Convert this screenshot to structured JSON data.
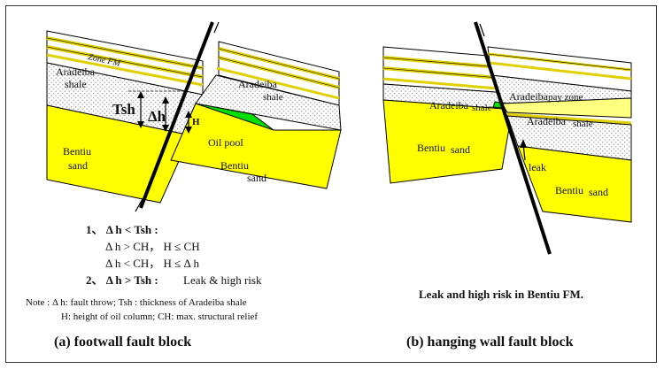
{
  "panel_a": {
    "labels": {
      "zone_fm": "Zone FM",
      "aradeiba_left": "Aradeiba",
      "shale_left": "shale",
      "aradeiba_right": "Aradeiba",
      "shale_right": "shale",
      "tsh": "Tsh",
      "dh": "Δh",
      "h": "H",
      "oil_pool": "Oil pool",
      "bentiu_left": "Bentiu",
      "sand_left": "sand",
      "bentiu_right": "Bentiu",
      "sand_right": "sand"
    },
    "conditions": {
      "c1": "1、 Δ h < Tsh :",
      "c1a": "Δ h > CH， H ≤ CH",
      "c1b": "Δ h < CH， H ≤ Δ h",
      "c2a": "2、 Δ h > Tsh :",
      "c2b": "Leak & high risk"
    },
    "note1": "Note : Δ h: fault throw;  Tsh : thickness of Aradeiba shale",
    "note2": "H: height of oil column; CH: max. structural relief",
    "caption": "(a)  footwall fault block"
  },
  "panel_b": {
    "labels": {
      "aradeiba_top": "Aradeiba",
      "pay_zone": "pay zone",
      "aradeiba_left": "Aradeiba",
      "shale_left": "shale",
      "aradeiba_right": "Aradeiba",
      "shale_right": "shale",
      "bentiu_left": "Bentiu",
      "sand_left": "sand",
      "leak": "leak",
      "bentiu_right": "Bentiu",
      "sand_right": "sand"
    },
    "summary": "Leak and high risk in Bentiu FM.",
    "caption": "(b)  hanging wall fault block"
  },
  "colors": {
    "sand": "#ffff00",
    "oil": "#00dd00",
    "shale_dots": "#9a9a9a",
    "zone_line": "#e0d000",
    "outline": "#000000"
  }
}
